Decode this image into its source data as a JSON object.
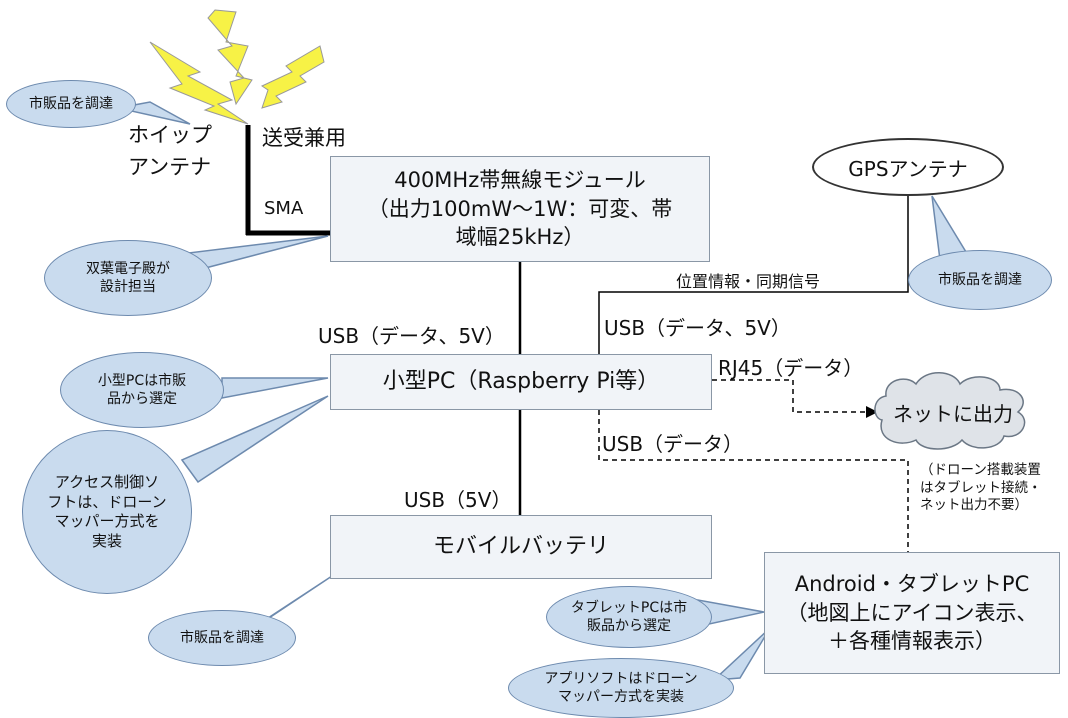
{
  "antenna": {
    "whip_label": "ホイップ\nアンテナ",
    "tx_rx_label": "送受兼用",
    "connector_label": "SMA"
  },
  "boxes": {
    "radio_module": "400MHz帯無線モジュール\n（出力100mW～1W：可変、帯\n域幅25kHz）",
    "small_pc": "小型PC（Raspberry Pi等）",
    "battery": "モバイルバッテリ",
    "tablet": "Android・タブレットPC\n（地図上にアイコン表示、\n＋各種情報表示）"
  },
  "gps_antenna": "GPSアンテナ",
  "cloud": "ネットに出力",
  "connections": {
    "usb_data_5v_left": "USB（データ、5V）",
    "usb_data_5v_right": "USB（データ、5V）",
    "position_sync": "位置情報・同期信号",
    "rj45": "RJ45（データ）",
    "usb_data": "USB（データ）",
    "usb_5v": "USB（5V）"
  },
  "note_drone": "（ドローン搭載装置\nはタブレット接続・\nネット出力不要）",
  "callouts": {
    "antenna_procure": "市販品を調達",
    "futaba": "双葉電子殿が\n設計担当",
    "pc_select": "小型PCは市販\n品から選定",
    "access_control": "アクセス制御ソ\nフトは、ドローン\nマッパー方式を\n実装",
    "battery_procure": "市販品を調達",
    "gps_procure": "市販品を調達",
    "tablet_select": "タブレットPCは市\n販品から選定",
    "app_software": "アプリソフトはドローン\nマッパー方式を実装"
  }
}
